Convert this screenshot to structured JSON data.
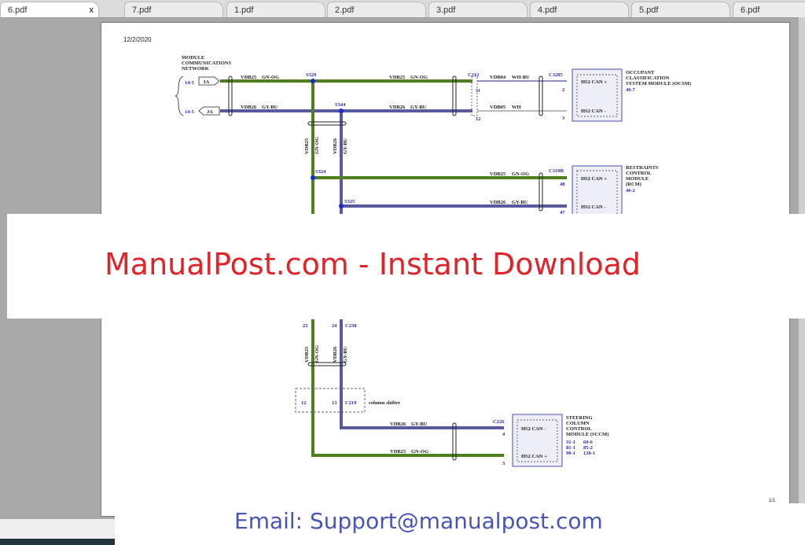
{
  "tabs": [
    {
      "label": "6.pdf",
      "active": true
    },
    {
      "label": "7.pdf"
    },
    {
      "label": "1.pdf"
    },
    {
      "label": "2.pdf"
    },
    {
      "label": "3.pdf"
    },
    {
      "label": "4.pdf"
    },
    {
      "label": "5.pdf"
    },
    {
      "label": "6.pdf"
    }
  ],
  "tab_close": "x",
  "colors": {
    "green_wire": "#4f7f1e",
    "blue_wire": "#5a5a9e",
    "splice": "#1a2ad8",
    "watermark": "#e0242a",
    "email": "#4a55b8"
  },
  "doc": {
    "date": "12/2/2020",
    "page_num": "1/1",
    "network_label": [
      "MODULE",
      "COMMUNICATIONS",
      "NETWORK"
    ],
    "ref_145": "14-5",
    "ia": "IA",
    "ja": "JA",
    "vdb25": "VDB25",
    "vdb26": "VDB26",
    "gnog": "GN-OG",
    "gybu": "GY-BU",
    "s329": "S329",
    "s344": "S344",
    "s324": "S324",
    "s325": "S325",
    "c312": "C312",
    "pin11": "11",
    "pin12": "12",
    "vdb04": "VDB04",
    "whbu": "WH-BU",
    "vdb05": "VDB05",
    "wh": "WH",
    "c3285": "C3285",
    "pin2": "2",
    "pin3": "3",
    "can_plus": "HS2 CAN +",
    "can_minus": "HS2 CAN -",
    "ocsm": [
      "OCCUPANT",
      "CLASSIFICATION",
      "SYSTEM MODULE (OCSM)"
    ],
    "ocsm_ref": "46-7",
    "c310b": "C310B",
    "pin48": "48",
    "pin47": "47",
    "rcm": [
      "RESTRAINTS",
      "CONTROL",
      "MODULE",
      "(RCM)"
    ],
    "rcm_ref": "46-2",
    "pin23": "23",
    "pin24": "24",
    "c238": "C238",
    "pin12b": "12",
    "pin13": "13",
    "c219": "C219",
    "column_shifter": "column shifter",
    "c226": "C226",
    "pin4": "4",
    "pin3b": "3",
    "sccm": [
      "STEERING",
      "COLUMN",
      "CONTROL",
      "MODULE (SCCM)"
    ],
    "sccm_refs": [
      [
        "31-1",
        "60-6"
      ],
      [
        "81-1",
        "85-2"
      ],
      [
        "90-1",
        "128-1"
      ]
    ]
  },
  "watermark": "ManualPost.com - Instant Download",
  "email": "Email: Support@manualpost.com"
}
